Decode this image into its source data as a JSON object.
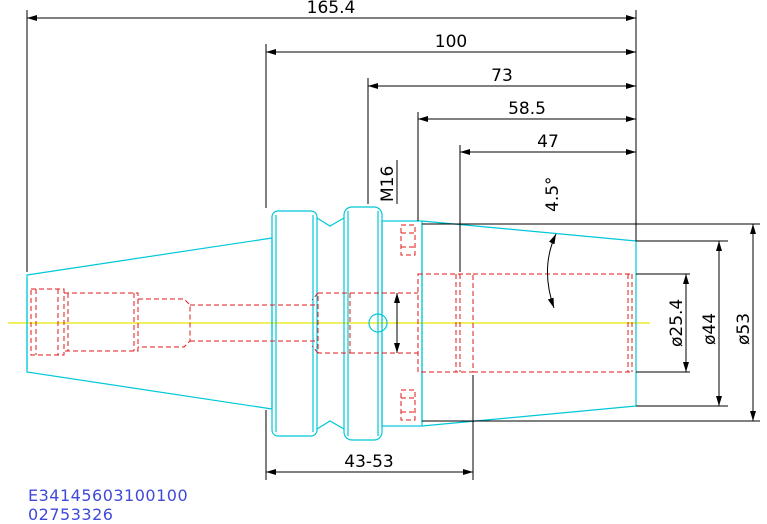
{
  "drawing": {
    "dimensions": {
      "total_length": "165.4",
      "len_100": "100",
      "len_73": "73",
      "len_58_5": "58.5",
      "len_47": "47",
      "adjust_range": "43-53",
      "thread": "M16",
      "angle": "4.5°",
      "bore_dia": "ø25.4",
      "dia_44": "ø44",
      "dia_53": "ø53"
    },
    "part_code": "E34145603100100",
    "part_number": "02753326"
  },
  "colors": {
    "outline": "#00c8d8",
    "hidden": "#e01818",
    "dimension": "#000000",
    "centerline": "#e8e800",
    "code_text": "#3f49d8"
  }
}
